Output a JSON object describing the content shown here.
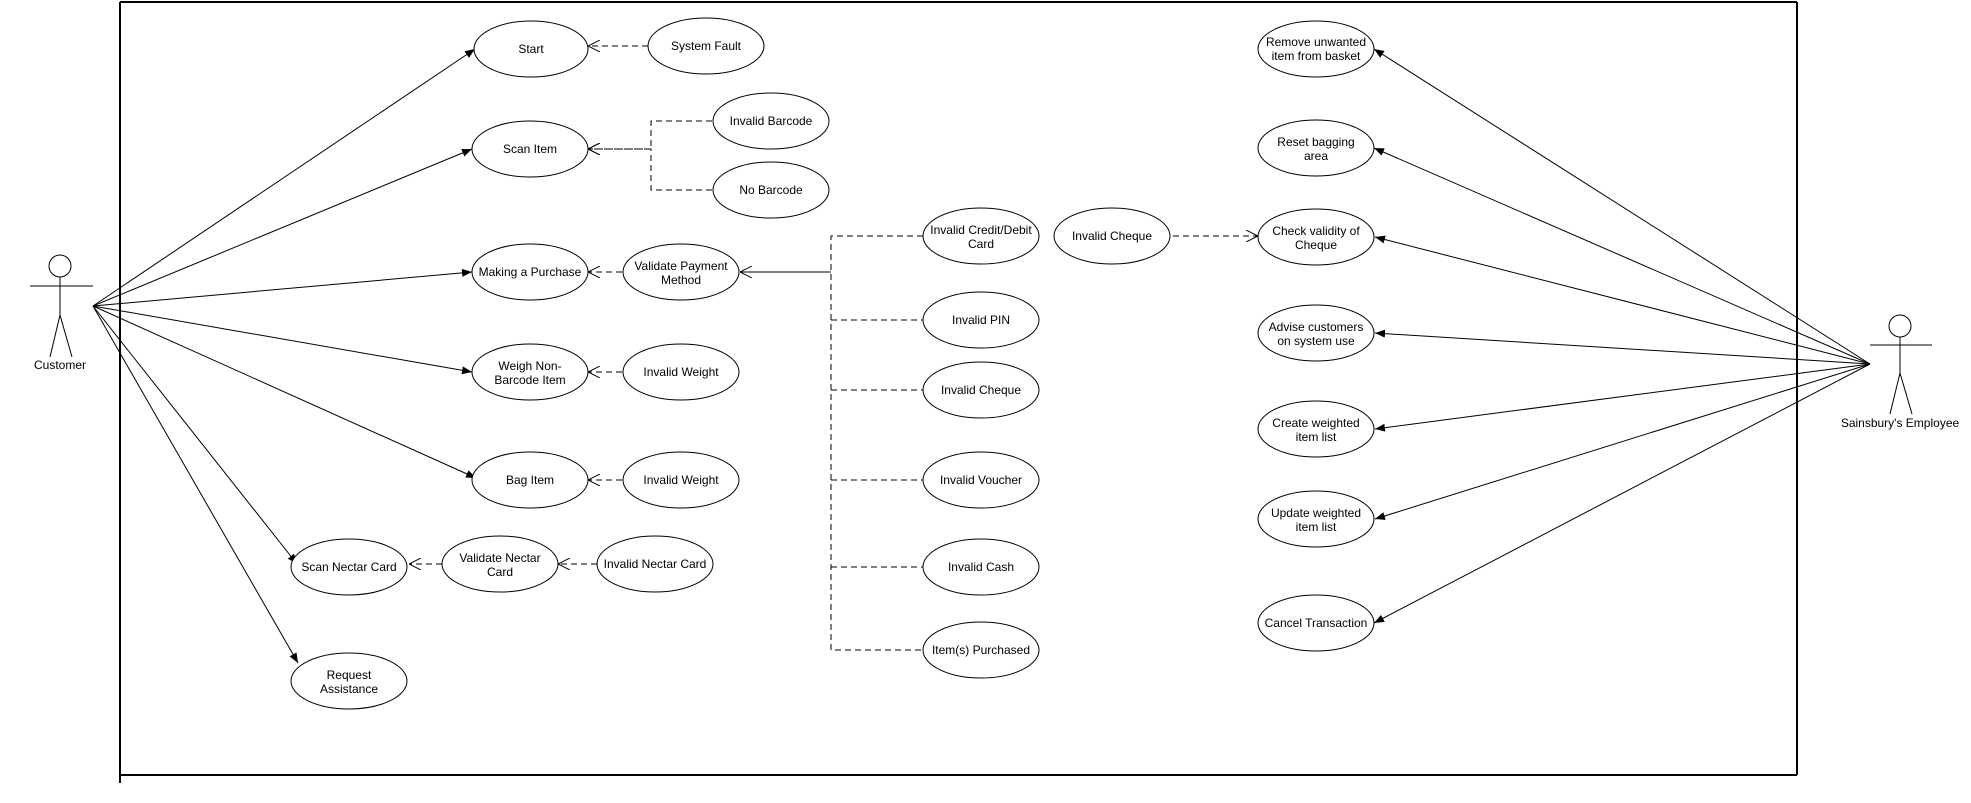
{
  "colors": {
    "line": "#000000",
    "background": "#ffffff"
  },
  "actors": {
    "customer": "Customer",
    "employee": "Sainsbury's Employee"
  },
  "use_cases": {
    "start": [
      "Start"
    ],
    "system_fault": [
      "System Fault"
    ],
    "scan_item": [
      "Scan Item"
    ],
    "invalid_barcode": [
      "Invalid Barcode"
    ],
    "no_barcode": [
      "No Barcode"
    ],
    "making_purchase": [
      "Making a Purchase"
    ],
    "validate_payment": [
      "Validate Payment",
      "Method"
    ],
    "weigh_non_barcode": [
      "Weigh Non-",
      "Barcode Item"
    ],
    "invalid_weight_1": [
      "Invalid Weight"
    ],
    "bag_item": [
      "Bag Item"
    ],
    "invalid_weight_2": [
      "Invalid Weight"
    ],
    "scan_nectar": [
      "Scan Nectar Card"
    ],
    "validate_nectar": [
      "Validate Nectar",
      "Card"
    ],
    "invalid_nectar": [
      "Invalid Nectar Card"
    ],
    "request_assistance": [
      "Request",
      "Assistance"
    ],
    "invalid_card": [
      "Invalid Credit/Debit",
      "Card"
    ],
    "invalid_pin": [
      "Invalid PIN"
    ],
    "invalid_cheque_pay": [
      "Invalid Cheque"
    ],
    "invalid_voucher": [
      "Invalid Voucher"
    ],
    "invalid_cash": [
      "Invalid Cash"
    ],
    "items_purchased": [
      "Item(s) Purchased"
    ],
    "invalid_cheque_top": [
      "Invalid Cheque"
    ],
    "remove_item": [
      "Remove unwanted",
      "item from basket"
    ],
    "reset_bagging": [
      "Reset bagging",
      "area"
    ],
    "check_cheque": [
      "Check validity of",
      "Cheque"
    ],
    "advise_customers": [
      "Advise customers",
      "on system use"
    ],
    "create_weighted": [
      "Create weighted",
      "item list"
    ],
    "update_weighted": [
      "Update weighted",
      "item list"
    ],
    "cancel_transaction": [
      "Cancel Transaction"
    ]
  }
}
